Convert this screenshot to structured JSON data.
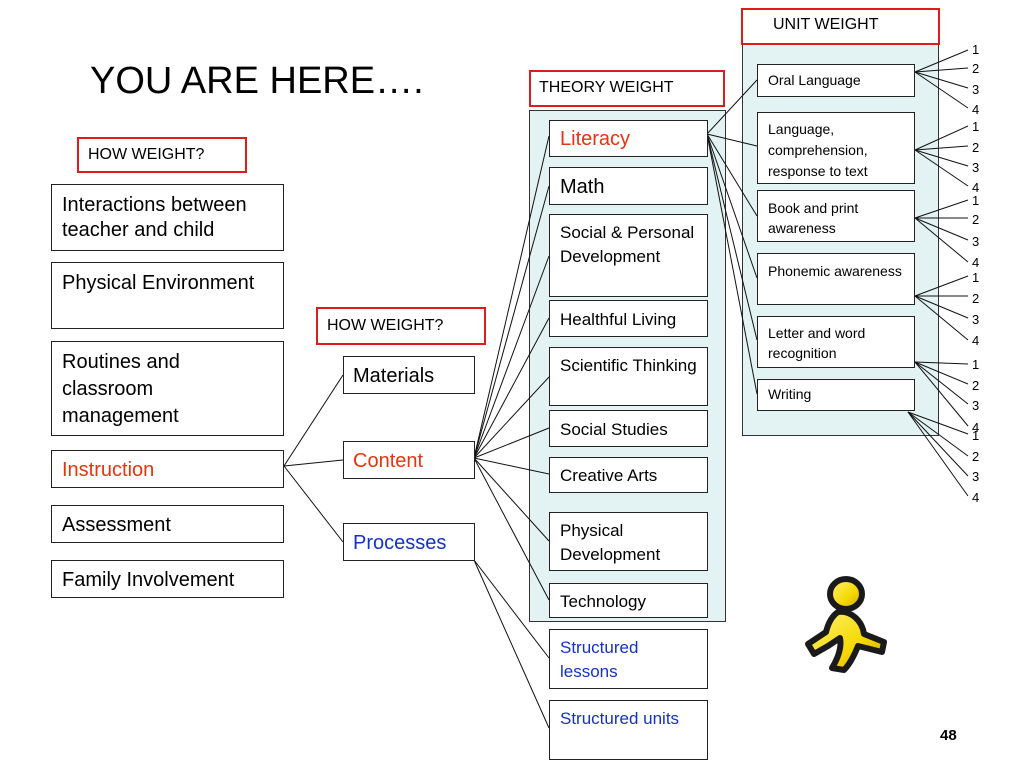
{
  "slide": {
    "title": "YOU ARE HERE….",
    "page_number": "48"
  },
  "labels": {
    "unit_weight": "UNIT WEIGHT",
    "theory_weight": "THEORY WEIGHT",
    "how_weight_1": "HOW WEIGHT?",
    "how_weight_2": "HOW WEIGHT?"
  },
  "dimensions": {
    "interactions": "Interactions between teacher and child",
    "physical_env": "Physical Environment",
    "routines": "Routines and classroom management",
    "instruction": "Instruction",
    "assessment": "Assessment",
    "family": "Family Involvement"
  },
  "instruction_parts": {
    "materials": "Materials",
    "content": "Content",
    "processes": "Processes"
  },
  "content_areas": {
    "literacy": "Literacy",
    "math": "Math",
    "social_personal": "Social & Personal Development",
    "healthful": "Healthful Living",
    "scientific": "Scientific Thinking",
    "social_studies": "Social Studies",
    "creative_arts": "Creative Arts",
    "physical_dev": "Physical Development",
    "technology": "Technology"
  },
  "process_items": {
    "structured_lessons": "Structured lessons",
    "structured_units": "Structured units"
  },
  "literacy_units": {
    "oral_language": "Oral Language",
    "language_comp": "Language, comprehension, response to text",
    "book_print": "Book and print awareness",
    "phonemic": "Phonemic awareness",
    "letter_word": "Letter and word recognition",
    "writing": "Writing"
  },
  "ratings": {
    "r1": "1",
    "r2": "2",
    "r3": "3",
    "r4": "4"
  },
  "icons": {
    "mascot": "running-person-icon"
  },
  "colors": {
    "red_highlight": "#e8340e",
    "blue_highlight": "#1332c8",
    "weight_border": "#e01b1b",
    "panel_fill": "#e3f2f3"
  }
}
